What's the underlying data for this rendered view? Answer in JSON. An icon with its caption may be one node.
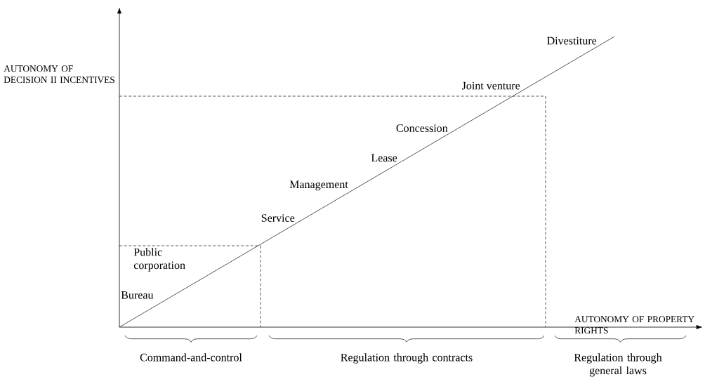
{
  "diagram": {
    "labels": [
      "AUTONOMY OF DECISION II INCENTIVES",
      "Divestiture",
      "Joint venture",
      "Concession",
      "Lease",
      "Management",
      "Service",
      "Public corporation",
      "Bureau",
      "AUTONOMY OF PROPERTY RIGHTS",
      "Command-and-control",
      "Regulation through contracts",
      "Regulation through general laws"
    ]
  }
}
